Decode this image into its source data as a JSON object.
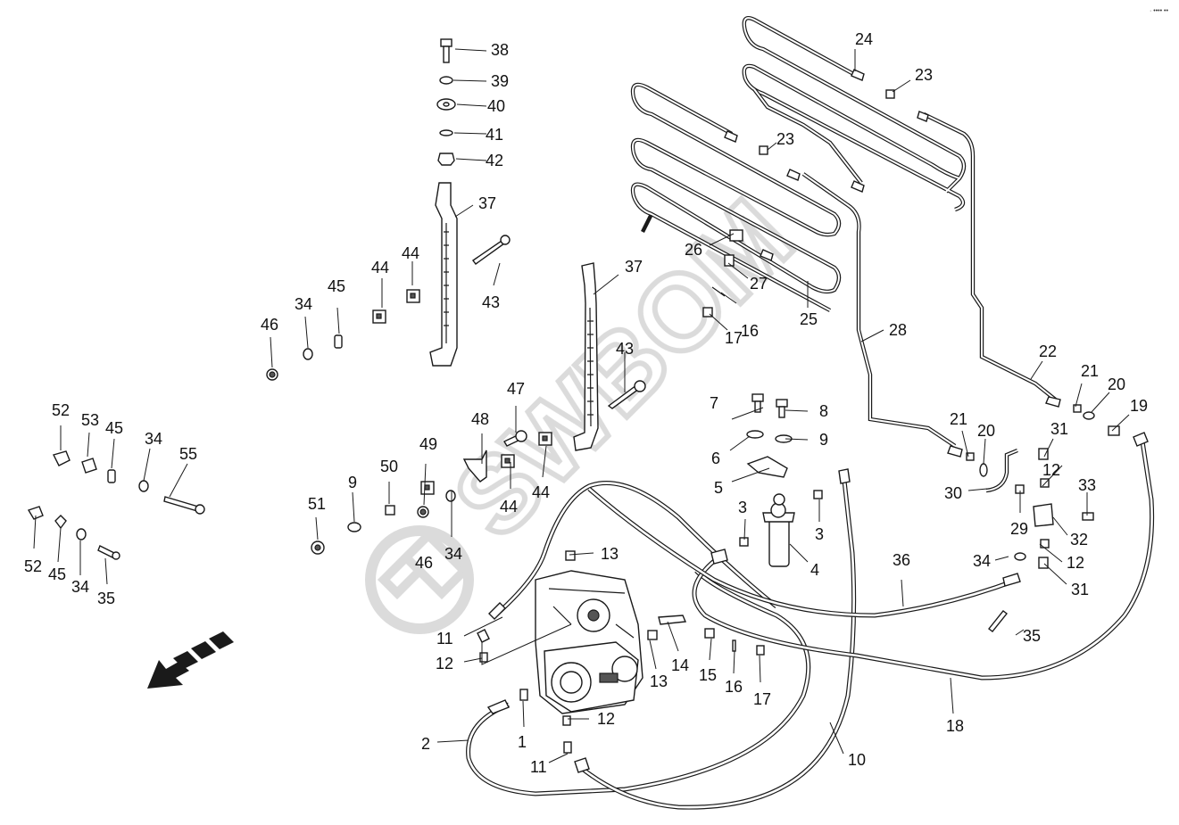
{
  "watermark": {
    "text": "SWBOM",
    "color": "#c8c8c8"
  },
  "corner_mark": "· •••• ••",
  "direction_arrow": {
    "icon": "direction-arrow-icon"
  },
  "parts": [
    {
      "id": "hyd-pump",
      "callouts": []
    },
    {
      "id": "filter",
      "callouts": [
        "4"
      ]
    }
  ],
  "callouts": [
    {
      "n": "1"
    },
    {
      "n": "2"
    },
    {
      "n": "3"
    },
    {
      "n": "3"
    },
    {
      "n": "4"
    },
    {
      "n": "5"
    },
    {
      "n": "6"
    },
    {
      "n": "7"
    },
    {
      "n": "8"
    },
    {
      "n": "9"
    },
    {
      "n": "9"
    },
    {
      "n": "10"
    },
    {
      "n": "11"
    },
    {
      "n": "11"
    },
    {
      "n": "12"
    },
    {
      "n": "12"
    },
    {
      "n": "12"
    },
    {
      "n": "12"
    },
    {
      "n": "13"
    },
    {
      "n": "13"
    },
    {
      "n": "14"
    },
    {
      "n": "15"
    },
    {
      "n": "16"
    },
    {
      "n": "16"
    },
    {
      "n": "17"
    },
    {
      "n": "17"
    },
    {
      "n": "18"
    },
    {
      "n": "19"
    },
    {
      "n": "20"
    },
    {
      "n": "20"
    },
    {
      "n": "21"
    },
    {
      "n": "21"
    },
    {
      "n": "22"
    },
    {
      "n": "23"
    },
    {
      "n": "23"
    },
    {
      "n": "24"
    },
    {
      "n": "25"
    },
    {
      "n": "26"
    },
    {
      "n": "27"
    },
    {
      "n": "28"
    },
    {
      "n": "29"
    },
    {
      "n": "30"
    },
    {
      "n": "31"
    },
    {
      "n": "31"
    },
    {
      "n": "32"
    },
    {
      "n": "33"
    },
    {
      "n": "34"
    },
    {
      "n": "34"
    },
    {
      "n": "34"
    },
    {
      "n": "34"
    },
    {
      "n": "34"
    },
    {
      "n": "35"
    },
    {
      "n": "35"
    },
    {
      "n": "36"
    },
    {
      "n": "37"
    },
    {
      "n": "37"
    },
    {
      "n": "38"
    },
    {
      "n": "39"
    },
    {
      "n": "40"
    },
    {
      "n": "41"
    },
    {
      "n": "42"
    },
    {
      "n": "43"
    },
    {
      "n": "43"
    },
    {
      "n": "44"
    },
    {
      "n": "44"
    },
    {
      "n": "44"
    },
    {
      "n": "44"
    },
    {
      "n": "45"
    },
    {
      "n": "45"
    },
    {
      "n": "45"
    },
    {
      "n": "46"
    },
    {
      "n": "46"
    },
    {
      "n": "47"
    },
    {
      "n": "48"
    },
    {
      "n": "49"
    },
    {
      "n": "50"
    },
    {
      "n": "51"
    },
    {
      "n": "52"
    },
    {
      "n": "52"
    },
    {
      "n": "53"
    },
    {
      "n": "55"
    }
  ]
}
